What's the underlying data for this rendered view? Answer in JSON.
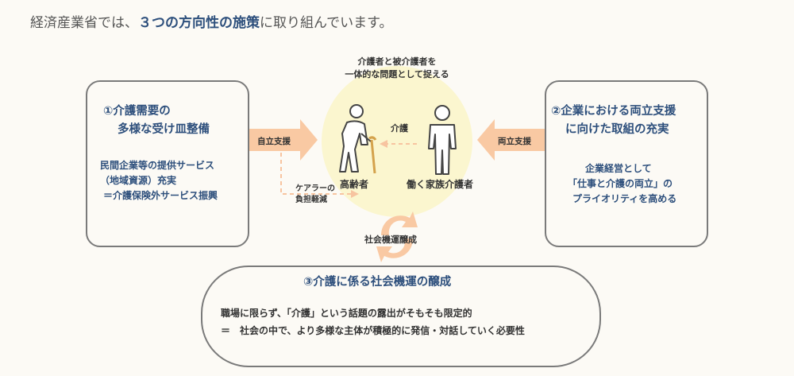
{
  "page_title": {
    "prefix": "経済産業省では、",
    "emphasis": "３つの方向性の施策",
    "suffix": "に取り組んでいます。"
  },
  "center": {
    "caption_line1": "介護者と被介護者を",
    "caption_line2": "一体的な問題として捉える",
    "care_label": "介護",
    "elderly_label": "高齢者",
    "caregiver_label": "働く家族介護者",
    "burden_line1": "ケアラーの",
    "burden_line2": "負担軽減"
  },
  "arrows": {
    "left_label": "自立支援",
    "right_label": "両立支援",
    "cycle_label": "社会機運醸成"
  },
  "box1": {
    "title_line1": "①介護需要の",
    "title_line2": "多様な受け皿整備",
    "text_line1": "民間企業等の提供サービス",
    "text_line2": "（地域資源）充実",
    "text_line3": "＝介護保険外サービス振興"
  },
  "box2": {
    "title_line1": "②企業における両立支援",
    "title_line2": "に向けた取組の充実",
    "text_line1": "企業経営として",
    "text_line2": "「仕事と介護の両立」の",
    "text_line3": "プライオリティを高める"
  },
  "box3": {
    "title": "③介護に係る社会機運の醸成",
    "text_line1": "職場に限らず、「介護」という話題の露出がそもそも限定的",
    "text_line2": "＝　社会の中で、より多様な主体が積極的に発信・対話していく必要性"
  },
  "colors": {
    "accent_text": "#2d4f7c",
    "arrow_fill": "#f9c9a3",
    "halo": "#fbf6cf",
    "swirl": "#a8dce8",
    "border": "#7a7a7a"
  },
  "icons": [
    "elderly-person-icon",
    "caregiver-person-icon",
    "cycle-arrows-icon"
  ]
}
